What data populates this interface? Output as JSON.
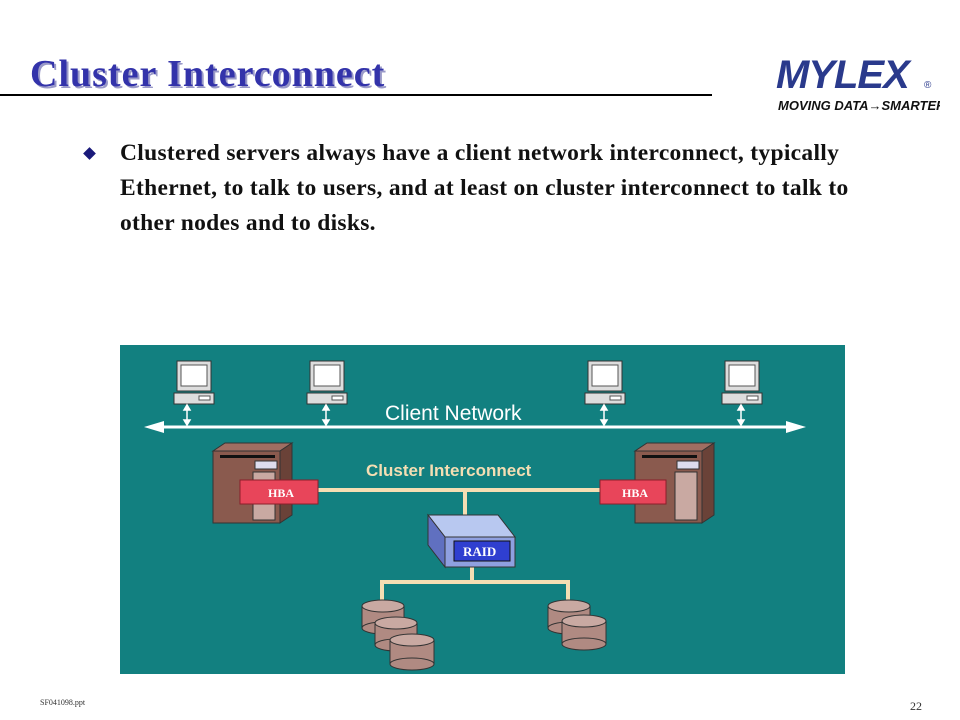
{
  "slide": {
    "title": "Cluster Interconnect",
    "bullets": [
      "Clustered servers always have a client network interconnect, typically Ethernet, to talk to users, and at least on cluster interconnect to talk to other nodes and to disks."
    ]
  },
  "logo": {
    "name": "MYLEX",
    "tagline": "MOVING DATA→SMARTER",
    "registered": "®"
  },
  "diagram": {
    "client_network_label": "Client Network",
    "cluster_interconnect_label": "Cluster Interconnect",
    "hba_left": "HBA",
    "hba_right": "HBA",
    "raid_label": "RAID"
  },
  "footer": {
    "filename": "SF041098.ppt",
    "page_number": "22"
  },
  "colors": {
    "title": "#3333aa",
    "diagram_bg": "#128080",
    "client_network_line": "#ffffff",
    "cluster_line": "#f5deb3",
    "cluster_label": "#f5deb3",
    "hba_fill": "#e8455a",
    "raid_fill": "#2f3fd0",
    "server_fill": "#8a5a4e",
    "disk_fill": "#b08a82"
  }
}
